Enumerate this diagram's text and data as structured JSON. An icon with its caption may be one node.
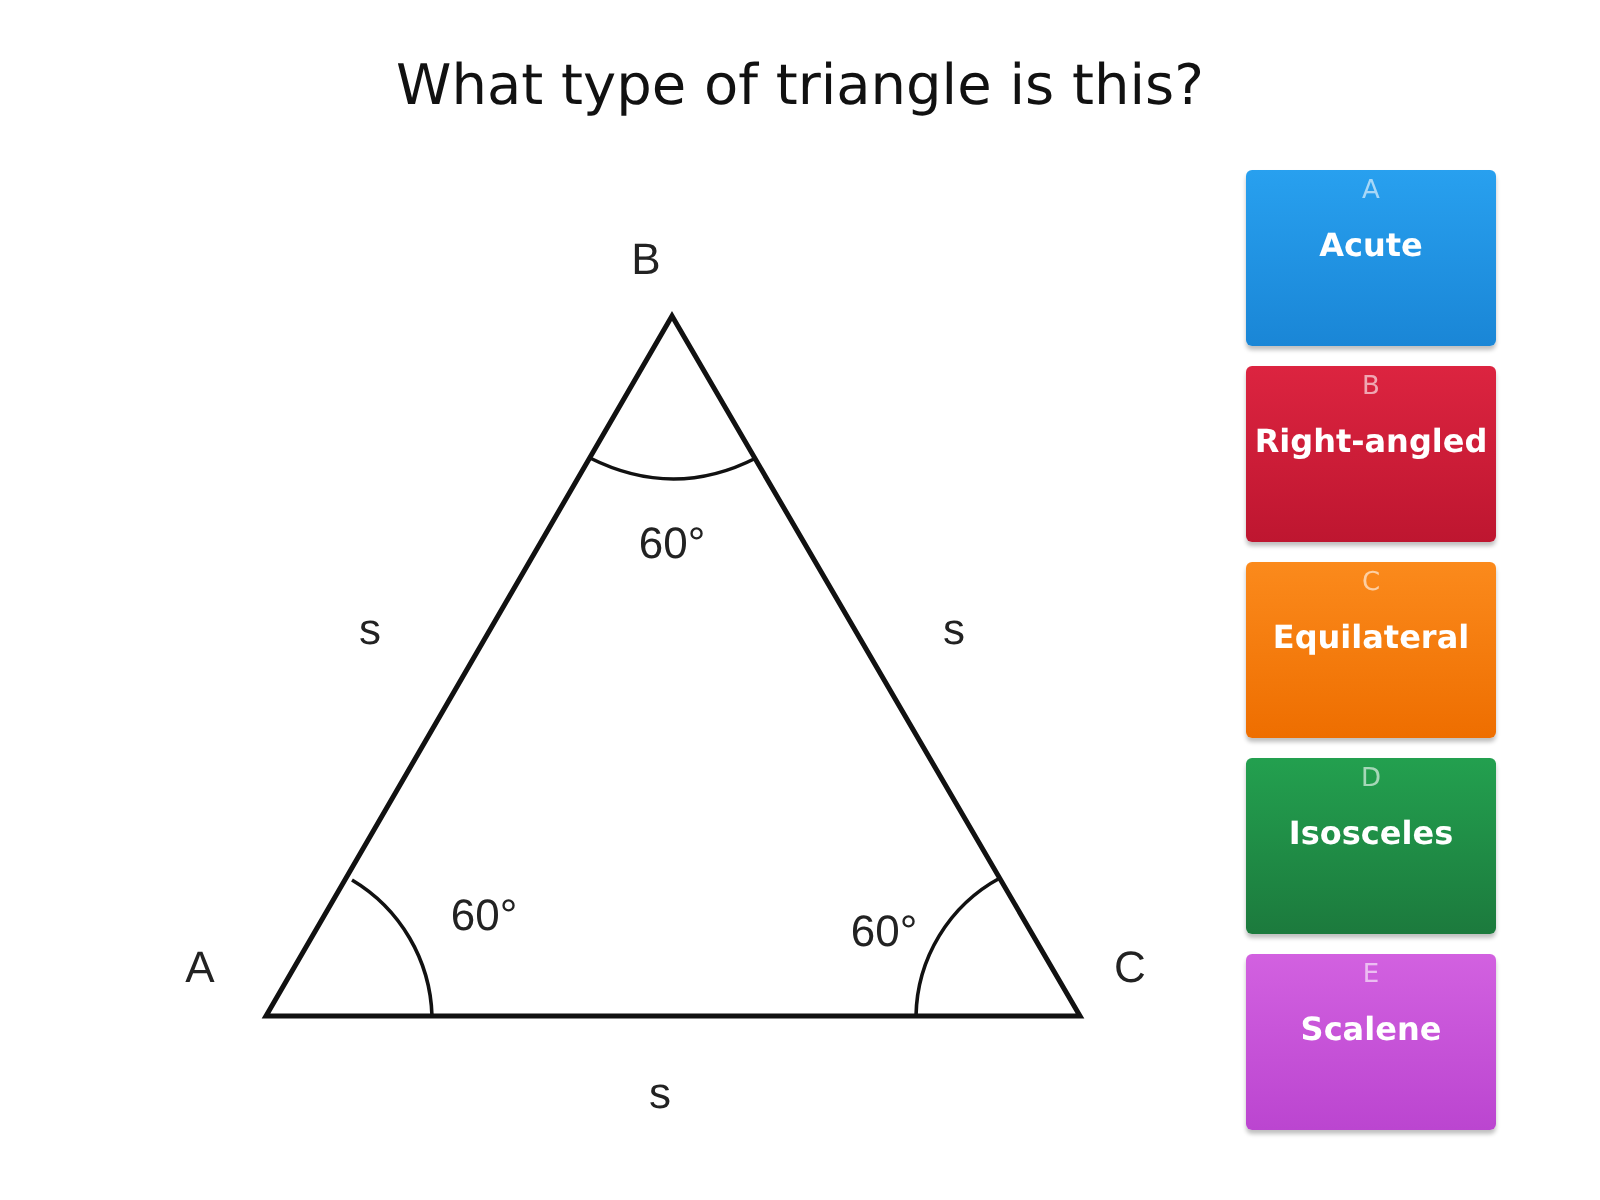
{
  "diagram": {
    "title": "What type of triangle is this?",
    "nodes": [
      {
        "text": [
          "A",
          "Acute"
        ]
      },
      {
        "text": [
          "B",
          "Right-angled"
        ]
      },
      {
        "text": [
          "C",
          "Equilateral"
        ]
      },
      {
        "text": [
          "D",
          "Isosceles"
        ]
      },
      {
        "text": [
          "E",
          "Scalene"
        ]
      }
    ],
    "labels": [
      "B",
      "60°",
      "s",
      "s",
      "A",
      "60°",
      "60°",
      "C",
      "s"
    ]
  }
}
